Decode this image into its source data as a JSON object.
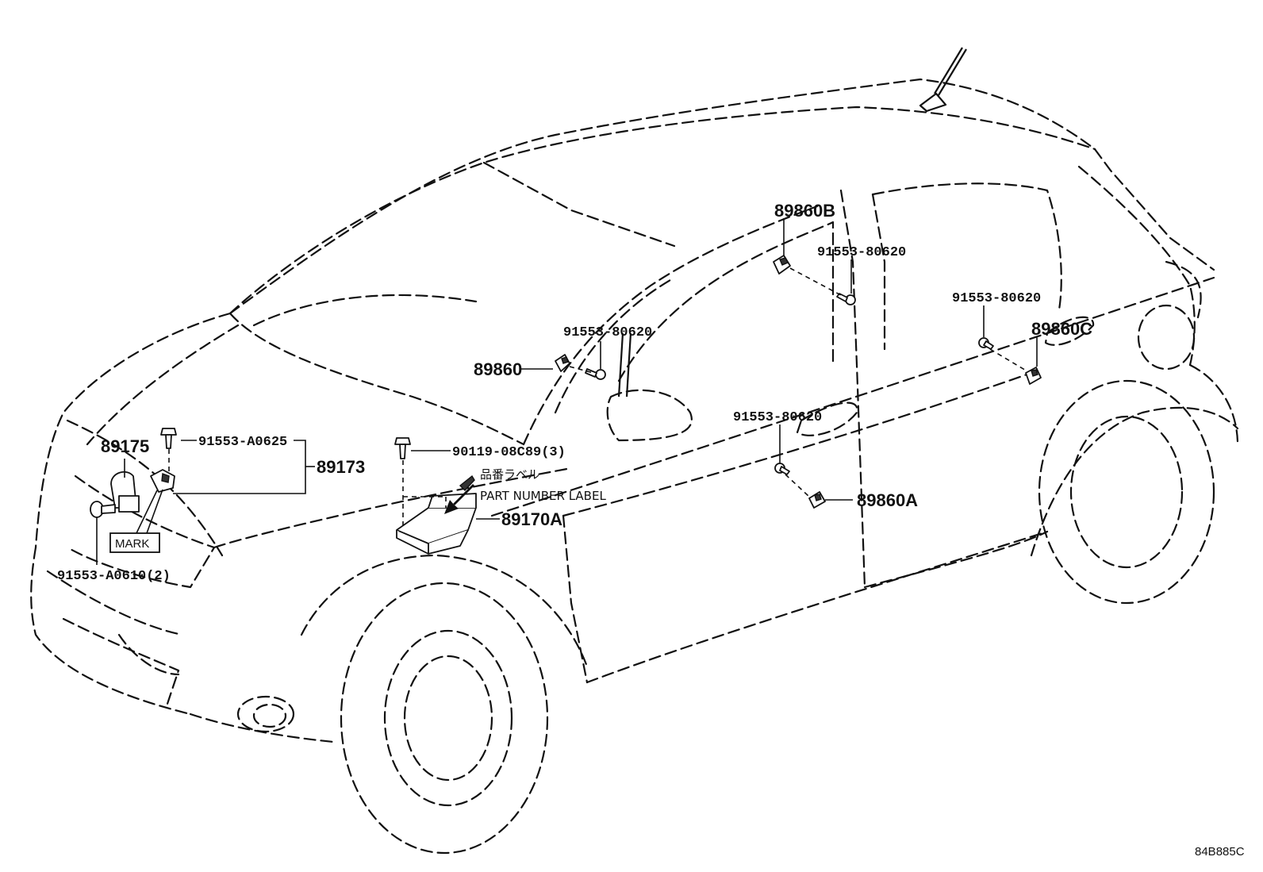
{
  "labels": {
    "p89175": "89175",
    "p91553_A0625": "91553-A0625",
    "p89173": "89173",
    "p91553_A0610": "91553-A0610(2)",
    "mark": "MARK",
    "p90119": "90119-08C89(3)",
    "jp_label": "品番ラベル",
    "part_number_label": "PART NUMBER LABEL",
    "p89170A": "89170A",
    "p89860": "89860",
    "p91553_80620_a": "91553-80620",
    "p89860B": "89860B",
    "p91553_80620_b": "91553-80620",
    "p91553_80620_c": "91553-80620",
    "p89860C": "89860C",
    "p91553_80620_d": "91553-80620",
    "p89860A": "89860A",
    "diagram_code": "84B885C"
  }
}
